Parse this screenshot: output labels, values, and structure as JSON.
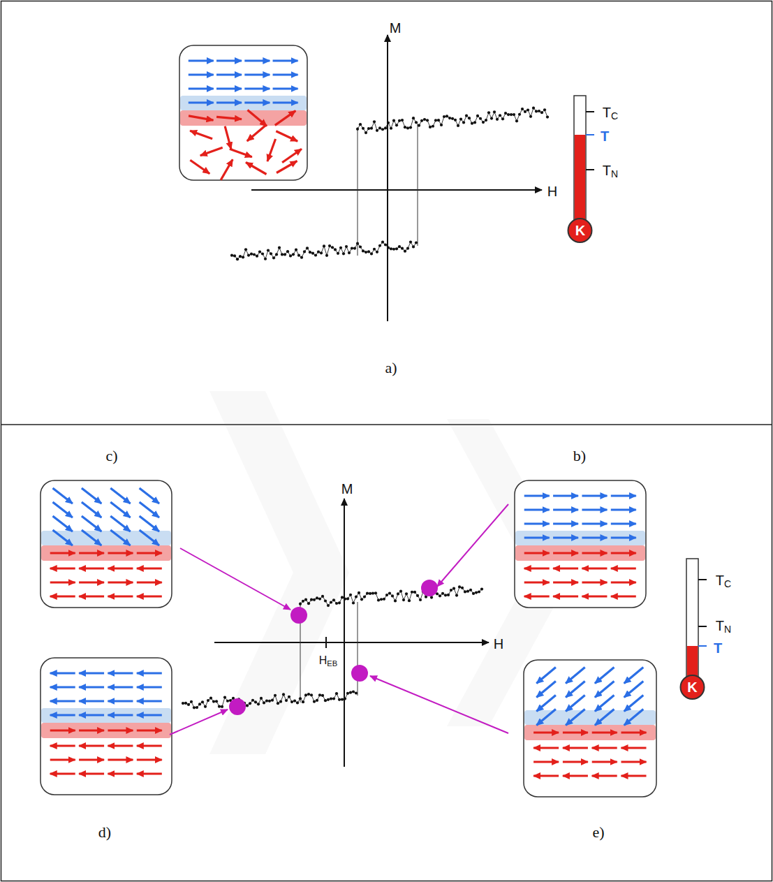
{
  "diagram": {
    "labels": [
      "M",
      "H",
      "TC",
      "T",
      "TN",
      "K",
      "a)",
      "c)",
      "b)",
      "M",
      "H",
      "HEB",
      "TC",
      "TN",
      "T",
      "K",
      "d)",
      "e)"
    ]
  }
}
